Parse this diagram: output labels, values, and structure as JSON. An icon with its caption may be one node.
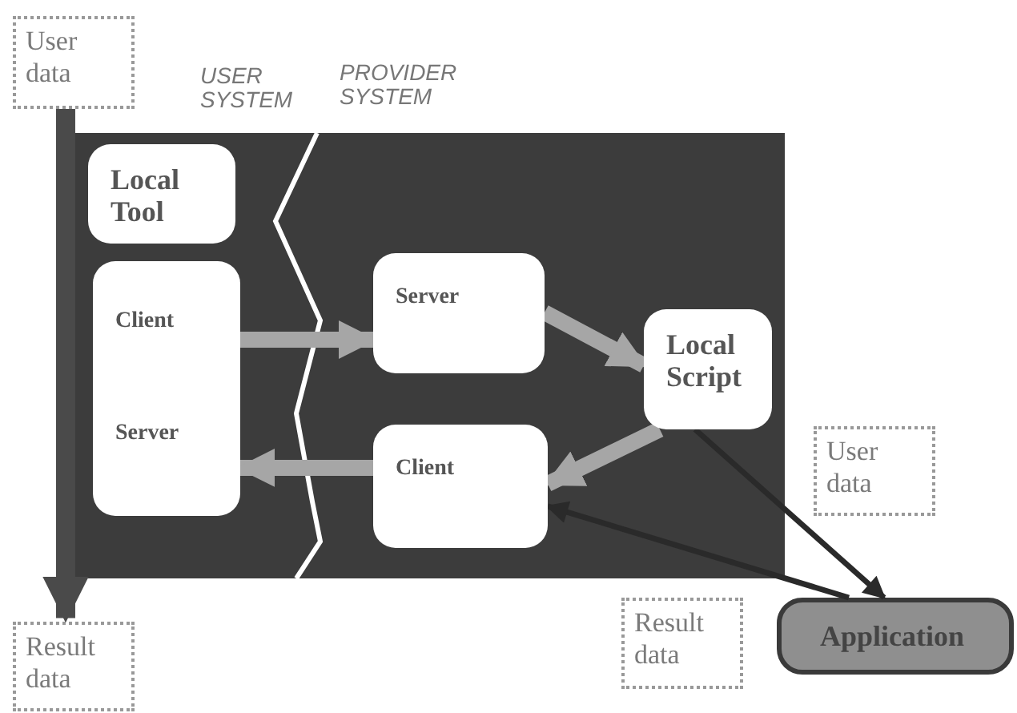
{
  "diagram": {
    "nodes": [
      {
        "text": [
          "User data"
        ]
      },
      {
        "text": [],
        "shape": "box"
      },
      {
        "text": [
          "Local Tool"
        ],
        "in": 1
      },
      {
        "text": [
          "Client",
          "Server"
        ],
        "in": 1
      },
      {
        "text": [
          "Server"
        ],
        "in": 1
      },
      {
        "text": [
          "Local Script"
        ],
        "in": 1
      },
      {
        "text": [
          "Client"
        ],
        "in": 1
      },
      {
        "text": [
          "User data"
        ]
      },
      {
        "text": [
          "Result data"
        ]
      },
      {
        "text": [
          "Application"
        ]
      },
      {
        "text": [
          "Result data"
        ]
      }
    ],
    "edges": [
      {
        "from": 0,
        "to": 10,
        "arrow": "to",
        "color": "#4a4a4a"
      },
      {
        "from": 3,
        "to": 4,
        "arrow": "to"
      },
      {
        "from": 4,
        "to": 5,
        "arrow": "to"
      },
      {
        "from": 5,
        "to": 6,
        "arrow": "to"
      },
      {
        "from": 6,
        "to": 3,
        "arrow": "to"
      },
      {
        "from": 5,
        "to": 9,
        "arrow": "to",
        "color": "#2a2a2a"
      },
      {
        "from": 9,
        "to": 6,
        "arrow": "to",
        "color": "#2a2a2a"
      }
    ],
    "labels": [
      "USER SYSTEM",
      "PROVIDER SYSTEM"
    ]
  }
}
